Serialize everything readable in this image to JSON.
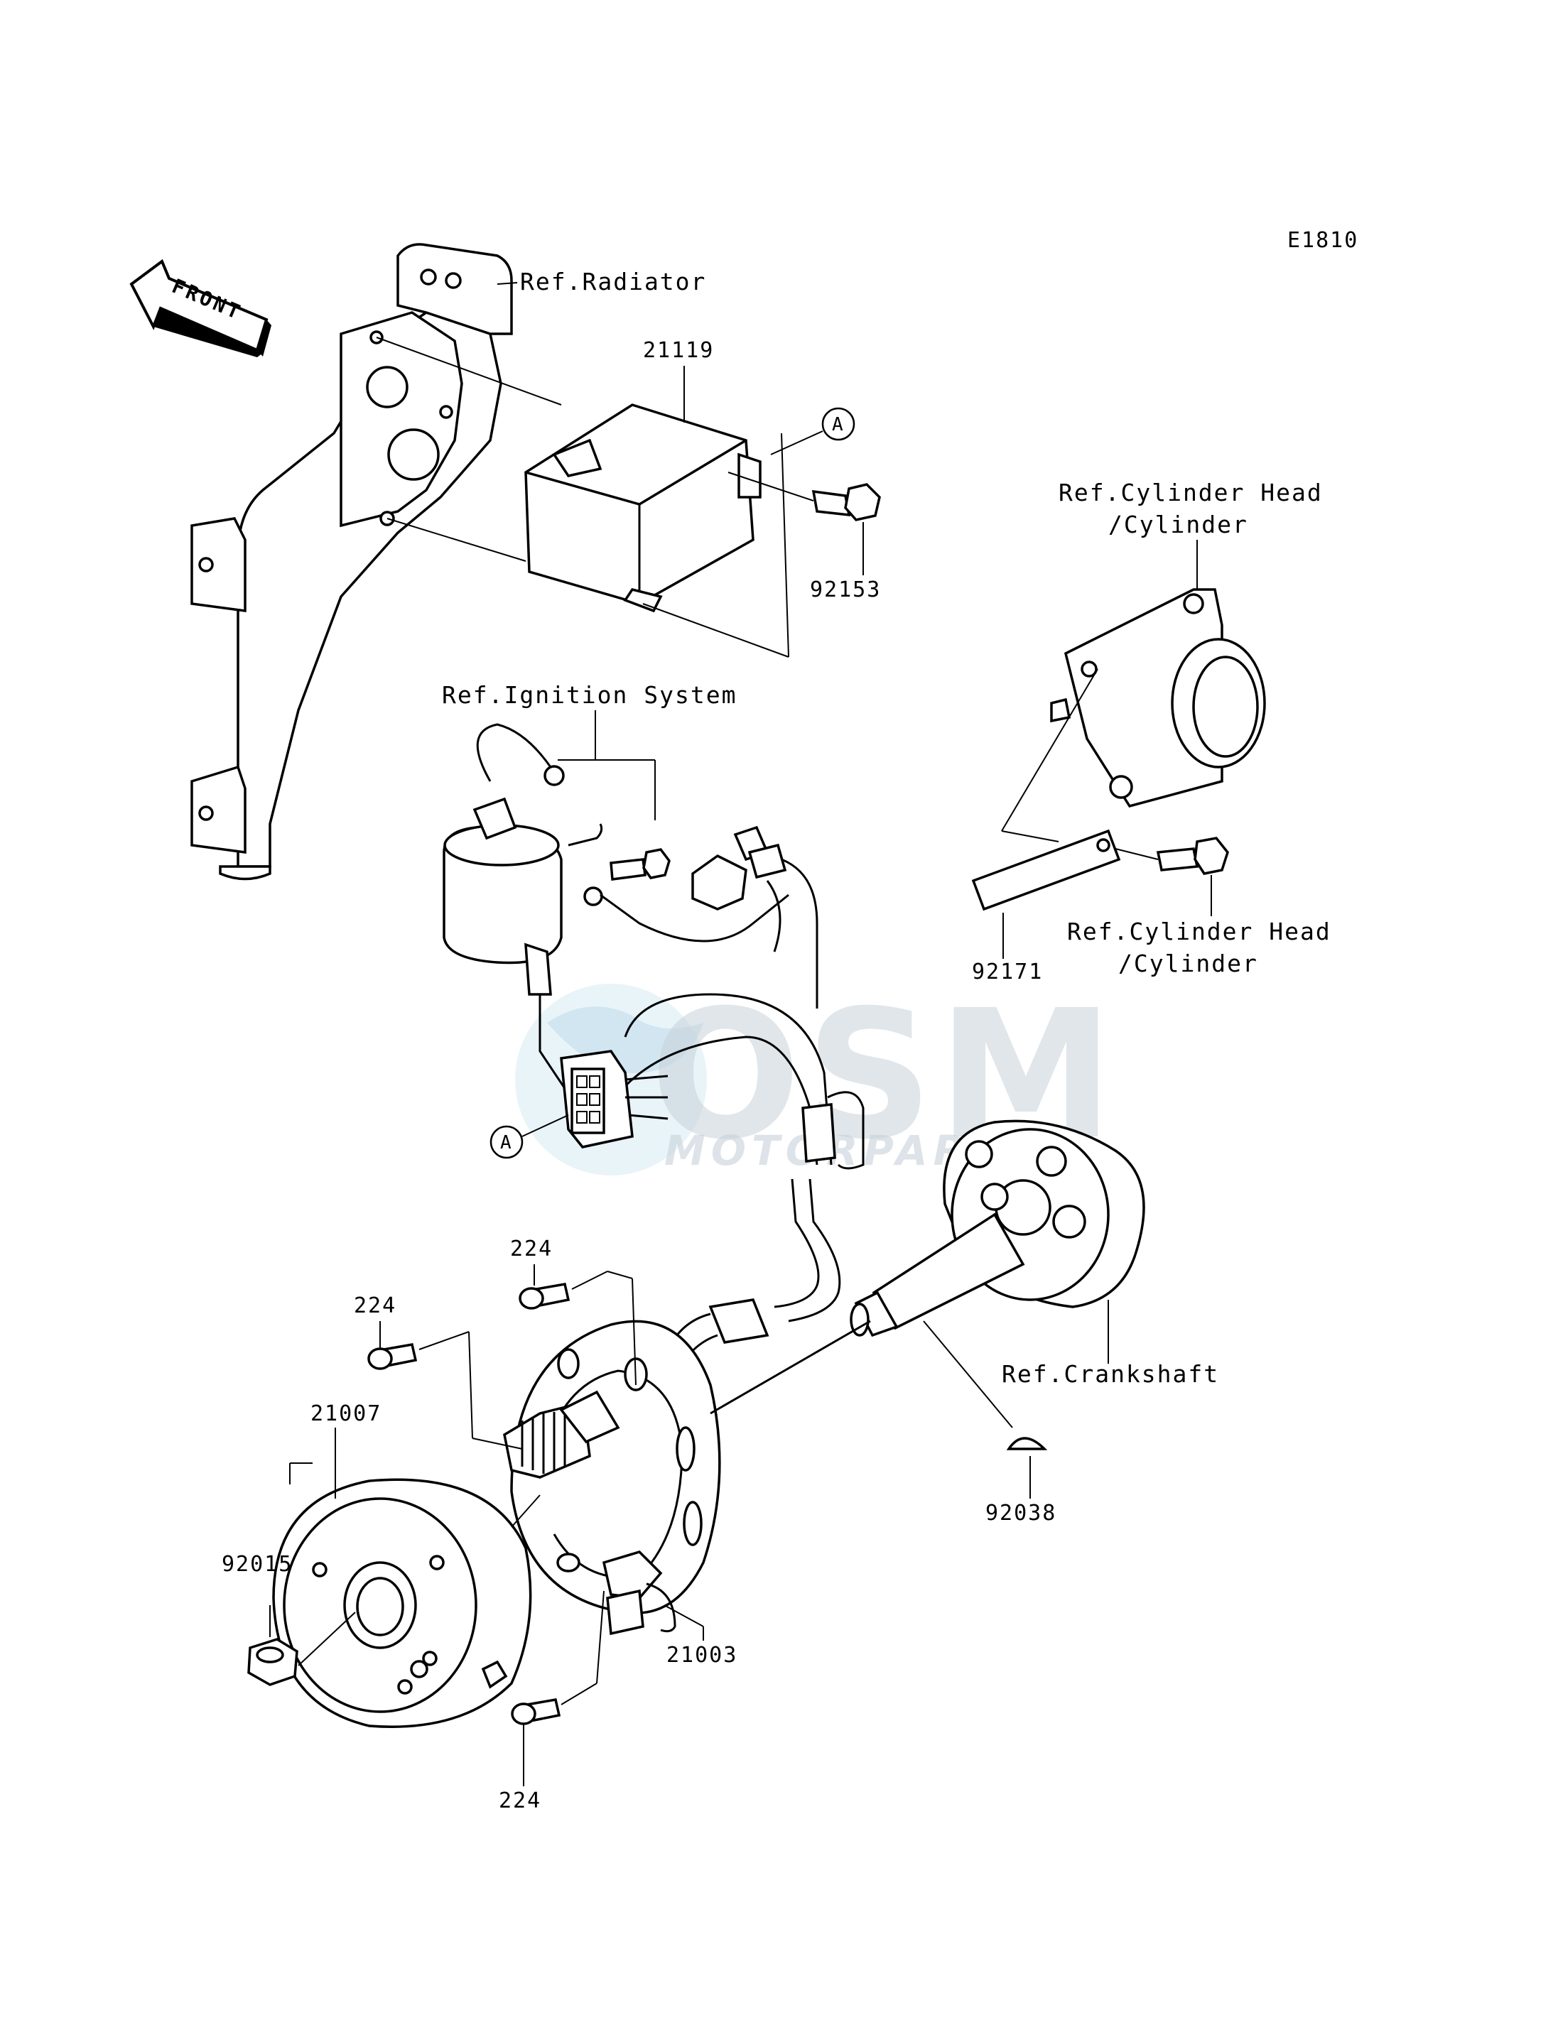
{
  "diagram_code": "E1810",
  "front_arrow_label": "FRONT",
  "callout_marker": "A",
  "labels": {
    "ref_radiator": "Ref.Radiator",
    "ref_ignition_system": "Ref.Ignition System",
    "ref_cylinder_head_top_1": "Ref.Cylinder Head",
    "ref_cylinder_head_top_2": "/Cylinder",
    "ref_cylinder_head_bottom_1": "Ref.Cylinder Head",
    "ref_cylinder_head_bottom_2": "/Cylinder",
    "ref_crankshaft": "Ref.Crankshaft"
  },
  "part_numbers": {
    "igniter": "21119",
    "bolt_igniter": "92153",
    "plate": "92171",
    "screw_top": "224",
    "screw_left": "224",
    "screw_bottom": "224",
    "rotor": "21007",
    "nut": "92015",
    "stator": "21003",
    "key": "92038"
  },
  "watermark": {
    "title": "OSM",
    "subtitle": "MOTORPARTS"
  }
}
